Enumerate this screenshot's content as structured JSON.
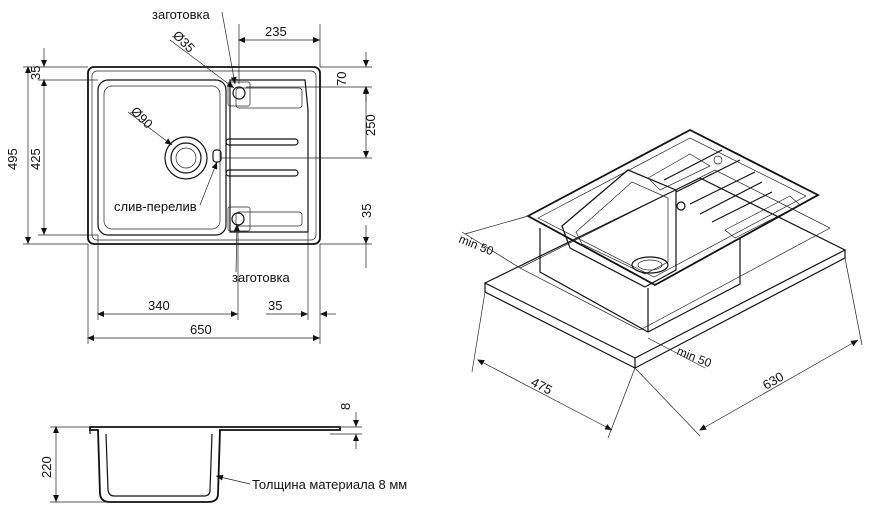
{
  "top_view": {
    "label_blank_top": "заготовка",
    "label_d35": "Ø35",
    "dim_235": "235",
    "dim_70": "70",
    "dim_35_left": "35",
    "dim_495": "495",
    "dim_425": "425",
    "label_d90": "Ø90",
    "dim_250": "250",
    "label_overflow": "слив-перелив",
    "dim_35_right": "35",
    "label_blank_bottom": "заготовка",
    "dim_340": "340",
    "dim_35_bottom": "35",
    "dim_650": "650"
  },
  "section_view": {
    "dim_8": "8",
    "dim_220": "220",
    "label_thickness": "Толщина материала 8 мм"
  },
  "iso_view": {
    "min_50_left": "min 50",
    "min_50_right": "min 50",
    "dim_475": "475",
    "dim_630": "630"
  }
}
